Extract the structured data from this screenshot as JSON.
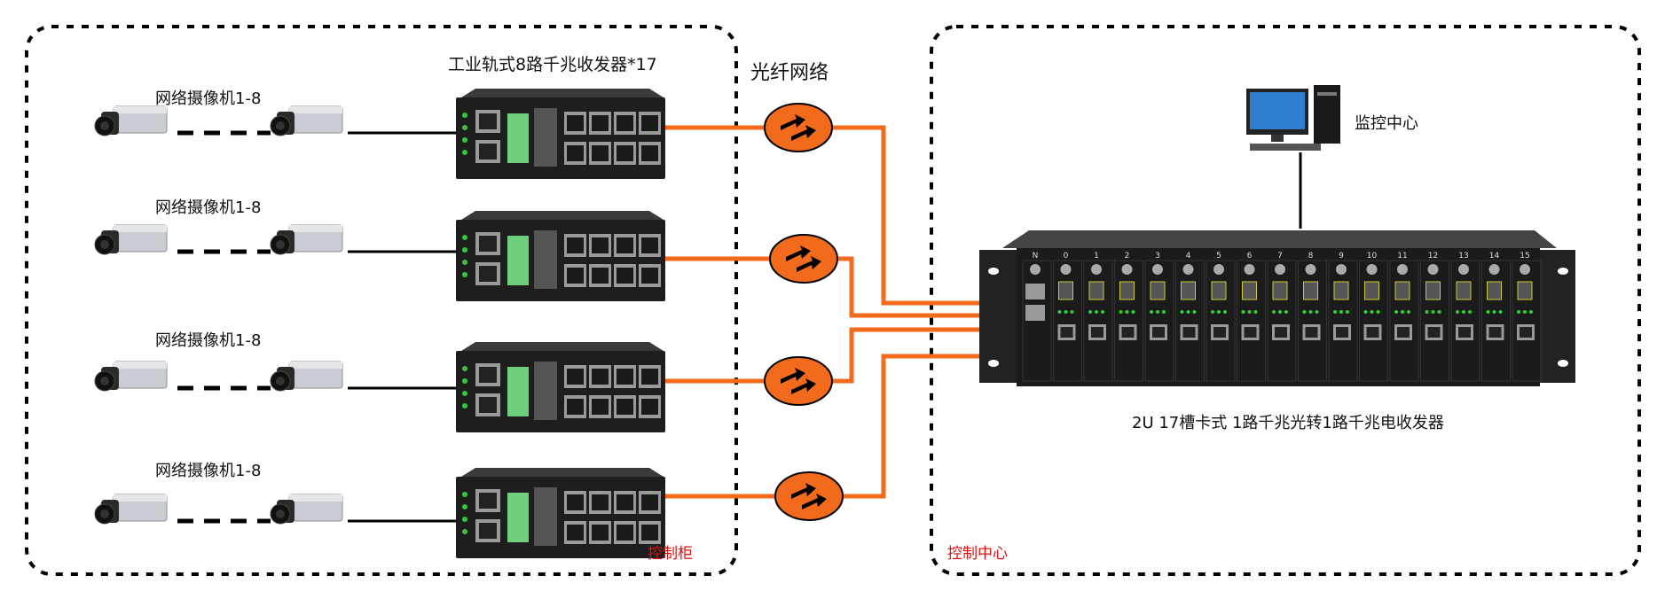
{
  "left_zone": {
    "label": "控制柜",
    "switch_title": "工业轨式8路千兆收发器*17",
    "camera_label": "网络摄像机1-8",
    "rows": 4
  },
  "fiber_network_label": "光纤网络",
  "right_zone": {
    "label": "控制中心",
    "monitor_label": "监控中心",
    "rack_label": "2U 17槽卡式 1路千兆光转1路千兆电收发器",
    "slot_labels": [
      "N",
      "0",
      "1",
      "2",
      "3",
      "4",
      "5",
      "6",
      "7",
      "8",
      "9",
      "10",
      "11",
      "12",
      "13",
      "14",
      "15"
    ]
  },
  "colors": {
    "fiber": "#f26a1b",
    "copper": "#000000",
    "zone_label": "#e01010",
    "device": "#1e1e1e"
  },
  "icons": [
    "ip-camera-icon",
    "industrial-switch-icon",
    "fiber-network-icon",
    "rack-chassis-icon",
    "monitor-pc-icon"
  ]
}
